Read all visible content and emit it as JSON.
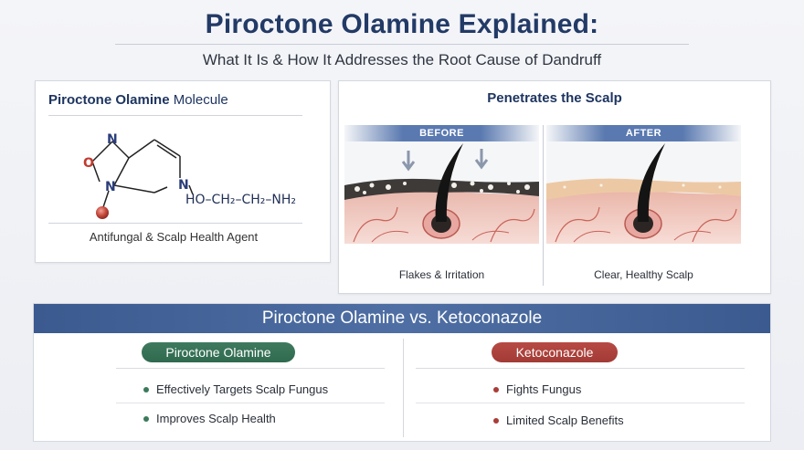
{
  "title": "Piroctone Olamine Explained:",
  "subtitle": "What It Is & How It Addresses the Root Cause of Dandruff",
  "molecule_card": {
    "heading_bold": "Piroctone Olamine",
    "heading_rest": " Molecule",
    "atoms": {
      "n_top": "N",
      "o_left": "O",
      "n_left": "N",
      "n_ring": "N",
      "chain": "HO–CH₂–CH₂–NH₂"
    },
    "label": "Antifungal & Scalp Health Agent"
  },
  "scalp_card": {
    "heading": "Penetrates the Scalp",
    "before_tag": "BEFORE",
    "after_tag": "AFTER",
    "before_caption": "Flakes & Irritation",
    "after_caption": "Clear, Healthy Scalp"
  },
  "comparison": {
    "banner": "Piroctone Olamine vs. Ketoconazole",
    "left": {
      "pill": "Piroctone Olamine",
      "items": [
        "Effectively Targets Scalp Fungus",
        "Improves Scalp Health"
      ]
    },
    "right": {
      "pill": "Ketoconazole",
      "items": [
        "Fights Fungus",
        "Limited Scalp Benefits"
      ]
    }
  },
  "colors": {
    "navy": "#223a66",
    "banner_blue": "#4f6fa4",
    "green": "#2f6a4f",
    "red": "#a83d38"
  }
}
